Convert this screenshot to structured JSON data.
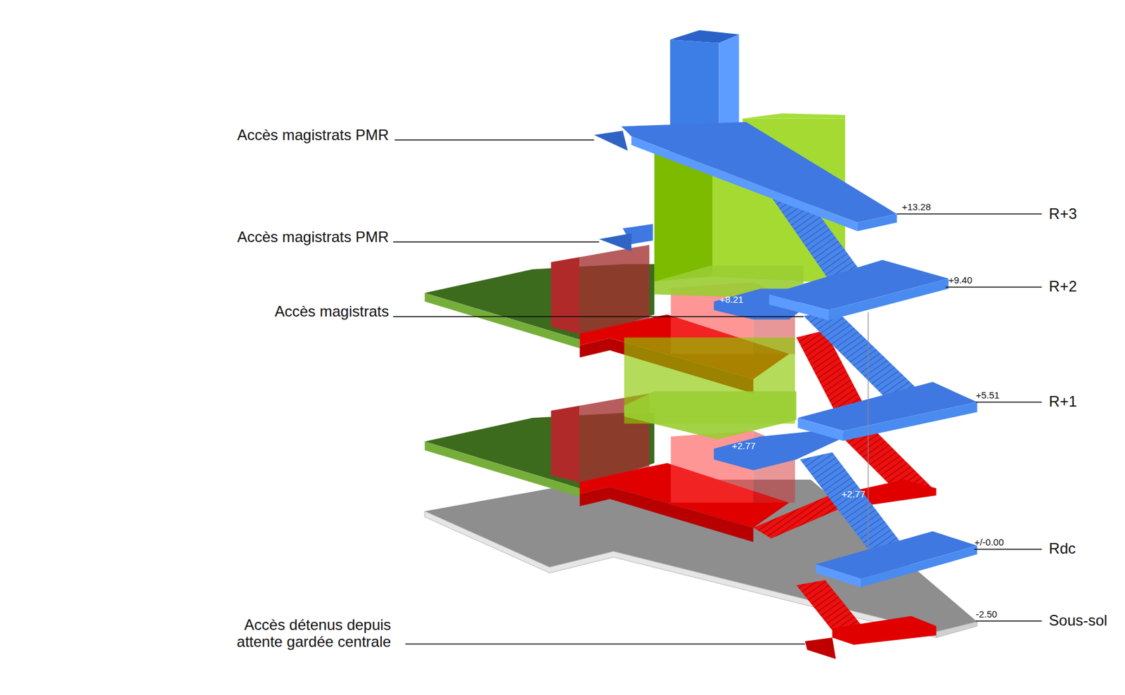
{
  "diagram": {
    "labels": [
      "Accès magistrats PMR",
      "+13.28",
      "R+3",
      "Accès magistrats PMR",
      "+9.40",
      "R+2",
      "+8.21",
      "Accès magistrats",
      "+5.51",
      "R+1",
      "+2.77",
      "+2.77",
      "+/-0.00",
      "Rdc",
      "-2.50",
      "Sous-sol",
      "Accès détenus depuis attente gardée centrale"
    ]
  }
}
